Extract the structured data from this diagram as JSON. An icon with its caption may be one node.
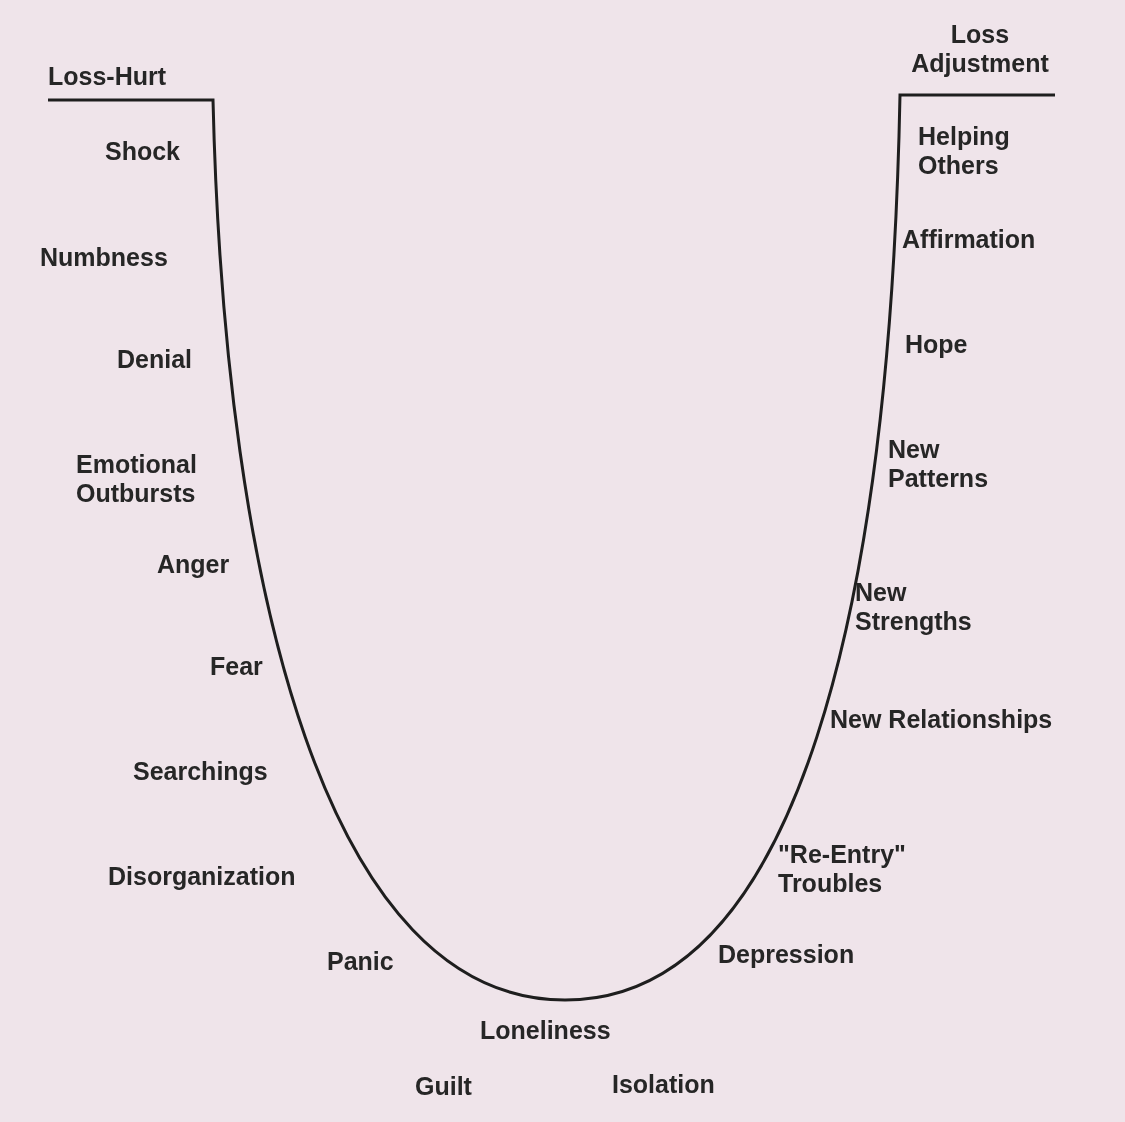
{
  "diagram": {
    "labels": [
      "Loss Adjustment",
      "Loss-Hurt",
      "Helping Others",
      "Shock",
      "Affirmation",
      "Numbness",
      "Hope",
      "Denial",
      "New Patterns",
      "Emotional Outbursts",
      "Anger",
      "New Strengths",
      "Fear",
      "New Relationships",
      "Searchings",
      "\"Re-Entry\" Troubles",
      "Disorganization",
      "Depression",
      "Panic",
      "Loneliness",
      "Isolation",
      "Guilt"
    ]
  }
}
